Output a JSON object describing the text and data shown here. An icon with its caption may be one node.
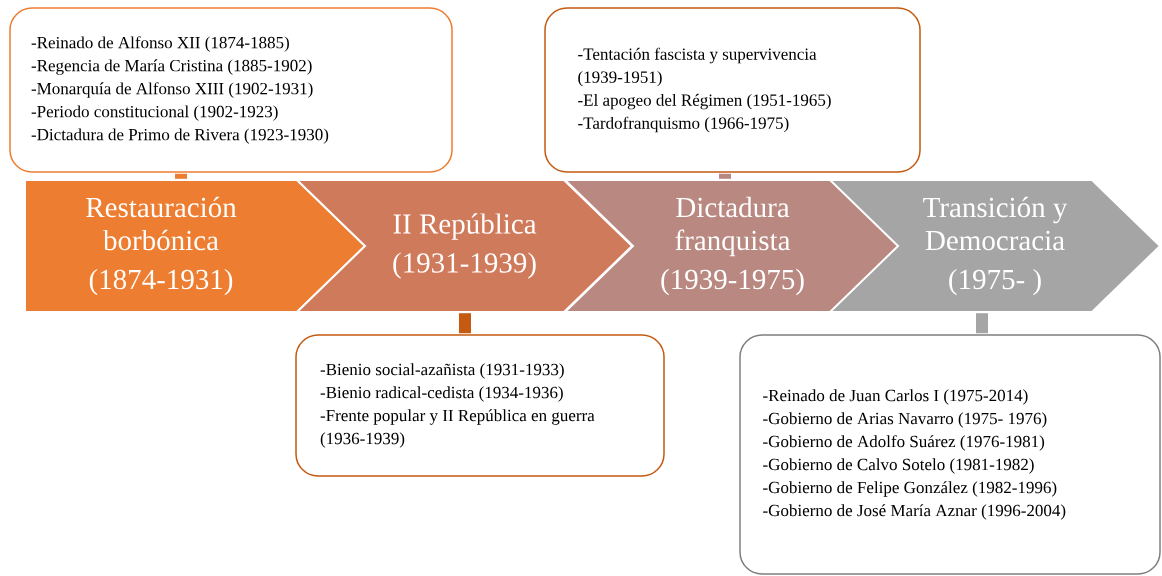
{
  "diagram": {
    "nodes": [
      {
        "text": [
          "-Reinado de Alfonso XII (1874-1885)",
          "-Regencia de María Cristina (1885-1902)",
          "-Monarquía de Alfonso XIII (1902-1931)",
          "-Periodo constitucional (1902-1923)",
          "-Dictadura de Primo de Rivera (1923-1930)"
        ]
      },
      {
        "text": [
          "-Tentación fascista y supervivencia (1939-1951)",
          "-El apogeo del Régimen (1951-1965)",
          "-Tardofranquismo (1966-1975)"
        ]
      },
      {
        "text": [
          "Restauración borbónica",
          "(1874-1931)"
        ]
      },
      {
        "text": [
          "II República",
          "(1931-1939)"
        ]
      },
      {
        "text": [
          "Dictadura franquista",
          "(1939-1975)"
        ]
      },
      {
        "text": [
          "Transición y Democracia",
          "(1975- )"
        ]
      },
      {
        "text": [
          "-Bienio social-azañista (1931-1933)",
          "-Bienio radical-cedista (1934-1936)",
          "-Frente popular y II República en guerra (1936-1939)"
        ]
      },
      {
        "text": [
          "-Reinado de Juan Carlos I (1975-2014)",
          "-Gobierno de Arias Navarro (1975- 1976)",
          "-Gobierno de Adolfo Suárez (1976-1981)",
          "-Gobierno de Calvo Sotelo (1981-1982)",
          "-Gobierno de Felipe González (1982-1996)",
          "-Gobierno de José María Aznar (1996-2004)"
        ]
      }
    ],
    "edges": [
      {
        "from": 2,
        "to": 0,
        "arrow": "none",
        "color": "#ed7d31"
      },
      {
        "from": 3,
        "to": 6,
        "arrow": "none",
        "color": "#c55a11"
      },
      {
        "from": 4,
        "to": 1,
        "arrow": "none",
        "color": "#b98880"
      },
      {
        "from": 5,
        "to": 7,
        "arrow": "none",
        "color": "#a5a5a5"
      }
    ]
  }
}
